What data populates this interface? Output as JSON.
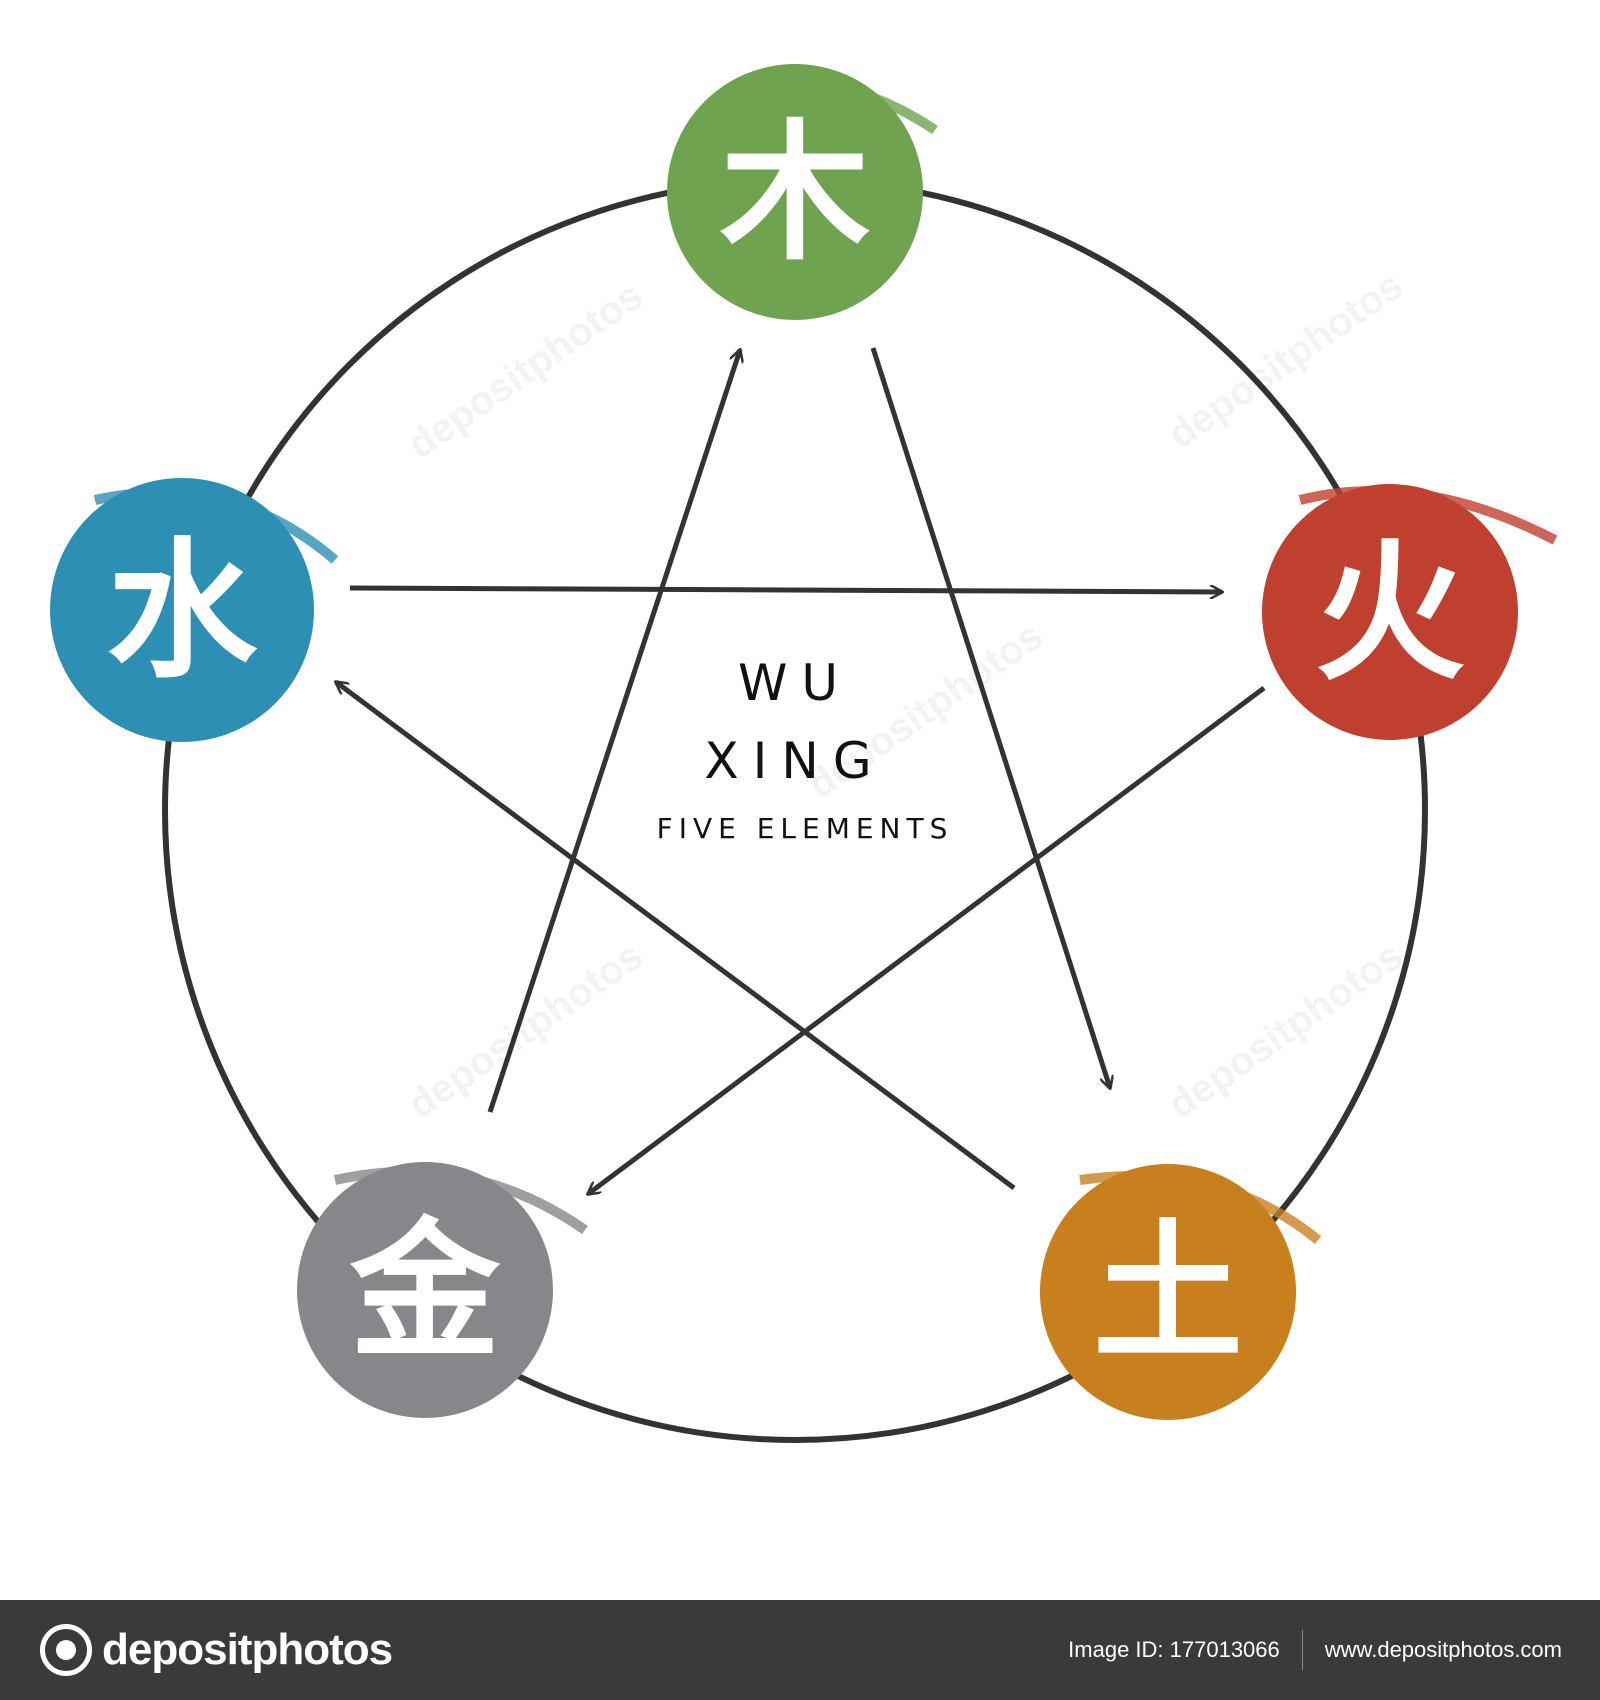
{
  "diagram": {
    "title_line1": "WU",
    "title_line2": "XING",
    "subtitle": "FIVE ELEMENTS",
    "colors": {
      "wood": "#6fa34f",
      "fire": "#c0402f",
      "earth": "#c8801f",
      "metal": "#85878a",
      "water": "#2d8fb3",
      "line": "#333333"
    },
    "elements": [
      {
        "key": "wood",
        "char": "木"
      },
      {
        "key": "fire",
        "char": "火"
      },
      {
        "key": "earth",
        "char": "土"
      },
      {
        "key": "metal",
        "char": "金"
      },
      {
        "key": "water",
        "char": "水"
      }
    ]
  },
  "watermark": {
    "text": "depositphotos"
  },
  "footer": {
    "brand": "depositphotos",
    "image_id": "Image ID: 177013066",
    "url": "www.depositphotos.com",
    "background": "#3a3a3a"
  }
}
